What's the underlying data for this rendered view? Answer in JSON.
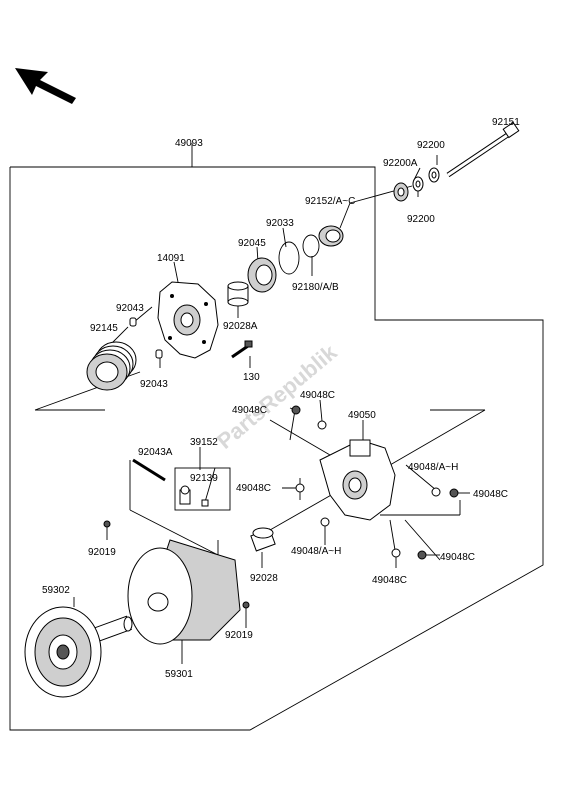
{
  "watermark": "PartsRepublik",
  "labels": {
    "l49093": "49093",
    "l92151": "92151",
    "l92200_top": "92200",
    "l92200A": "92200A",
    "l92200_bot": "92200",
    "l92152": "92152/A~C",
    "l92033": "92033",
    "l92045": "92045",
    "l92180": "92180/A/B",
    "l14091": "14091",
    "l92043_top": "92043",
    "l92028A": "92028A",
    "l92145": "92145",
    "l92043_bot": "92043",
    "l130": "130",
    "l49048C_1": "49048C",
    "l49048C_2": "49048C",
    "l49050": "49050",
    "l92043A": "92043A",
    "l39152": "39152",
    "l92139": "92139",
    "l49048C_3": "49048C",
    "l49048AH_1": "49048/A~H",
    "l49048C_4": "49048C",
    "l92019_left": "92019",
    "l92028": "92028",
    "l49048AH_2": "49048/A~H",
    "l49048C_5": "49048C",
    "l49048C_6": "49048C",
    "l59302": "59302",
    "l92019_right": "92019",
    "l59301": "59301"
  }
}
